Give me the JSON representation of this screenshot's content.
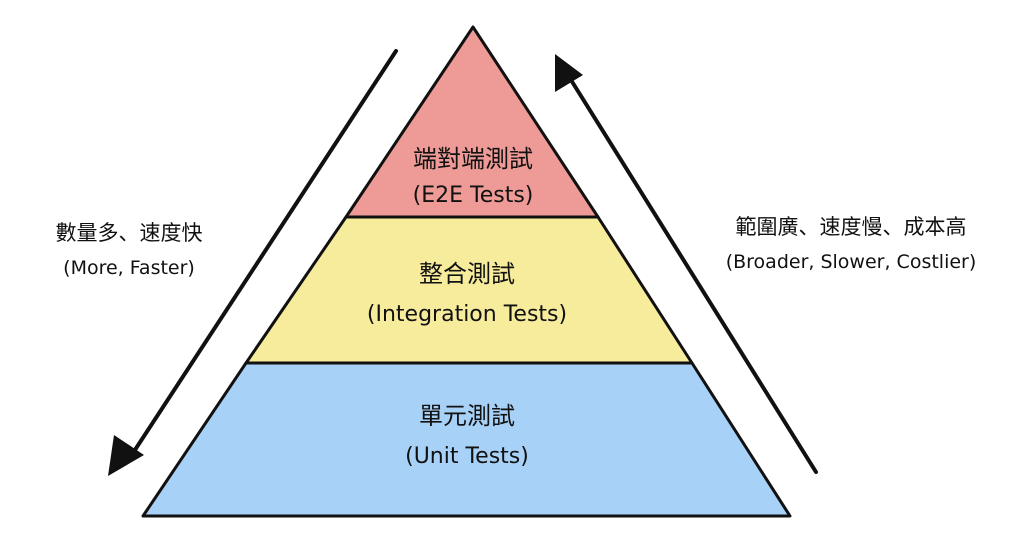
{
  "pyramid": {
    "layers": [
      {
        "id": "e2e",
        "title": "端對端測試",
        "subtitle": "(E2E Tests)",
        "color": "#ee9b97"
      },
      {
        "id": "integration",
        "title": "整合測試",
        "subtitle": "(Integration Tests)",
        "color": "#f6ec9c"
      },
      {
        "id": "unit",
        "title": "單元測試",
        "subtitle": "(Unit Tests)",
        "color": "#a8d1f7"
      }
    ],
    "outline_color": "#111111"
  },
  "left_note": {
    "title": "數量多、速度快",
    "subtitle": "(More, Faster)"
  },
  "right_note": {
    "title": "範圍廣、速度慢、成本高",
    "subtitle": "(Broader, Slower, Costlier)"
  }
}
